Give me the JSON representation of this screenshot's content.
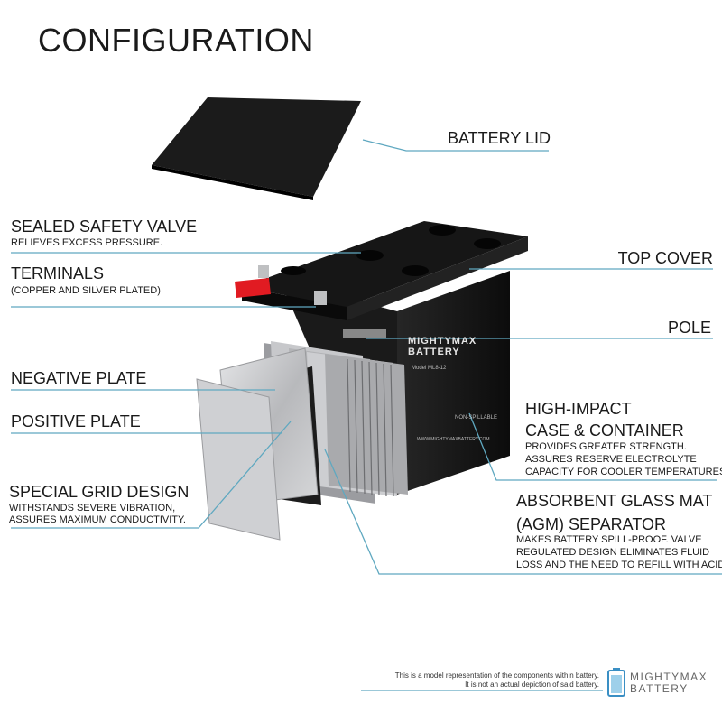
{
  "title": "CONFIGURATION",
  "colors": {
    "leader": "#5fa8c0",
    "case": "#151515",
    "plate": "#c9cacc",
    "terminal_red": "#e11b22"
  },
  "labels": {
    "battery_lid": "BATTERY LID",
    "sealed_valve": "SEALED SAFETY VALVE",
    "sealed_valve_sub": "RELIEVES EXCESS PRESSURE.",
    "top_cover": "TOP COVER",
    "terminals": "TERMINALS",
    "terminals_sub": "(COPPER AND SILVER PLATED)",
    "pole": "POLE",
    "negative_plate": "NEGATIVE PLATE",
    "positive_plate": "POSITIVE PLATE",
    "high_impact_line1": "HIGH-IMPACT",
    "high_impact_line2": "CASE & CONTAINER",
    "high_impact_sub1": "PROVIDES GREATER STRENGTH.",
    "high_impact_sub2": "ASSURES RESERVE ELECTROLYTE",
    "high_impact_sub3": "CAPACITY FOR COOLER TEMPERATURES.",
    "grid_design": "SPECIAL GRID DESIGN",
    "grid_design_sub1": "WITHSTANDS SEVERE VIBRATION,",
    "grid_design_sub2": "ASSURES MAXIMUM CONDUCTIVITY.",
    "agm_line1": "ABSORBENT GLASS MAT",
    "agm_line2": "(AGM) SEPARATOR",
    "agm_sub1": "MAKES BATTERY SPILL-PROOF. VALVE",
    "agm_sub2": "REGULATED DESIGN ELIMINATES FLUID",
    "agm_sub3": "LOSS AND THE NEED TO REFILL WITH ACID."
  },
  "battery_case": {
    "brand_line1": "MIGHTYMAX",
    "brand_line2": "BATTERY",
    "model": "Model ML8-12",
    "non_spillable": "NON-SPILLABLE",
    "website": "WWW.MIGHTYMAXBATTERY.COM"
  },
  "footer": {
    "note_line1": "This is a model representation of the components within battery.",
    "note_line2": "It is not an actual depiction of said battery.",
    "logo_line1": "MIGHTYMAX",
    "logo_line2": "BATTERY"
  },
  "icons": {
    "logo": "battery-logo-icon"
  }
}
